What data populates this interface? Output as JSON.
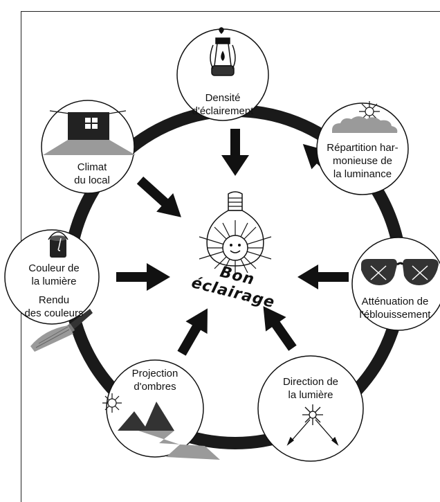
{
  "center": {
    "title": "Bon éclairage"
  },
  "factors": {
    "density": {
      "line1": "Densité",
      "line2": "d'éclairement"
    },
    "distribution": {
      "line1": "Répartition har-",
      "line2": "monieuse de",
      "line3": "la luminance"
    },
    "glare": {
      "line1": "Atténuation de",
      "line2": "l'éblouissement"
    },
    "direction": {
      "line1": "Direction de",
      "line2": "la lumière"
    },
    "shadows": {
      "line1": "Projection",
      "line2": "d'ombres"
    },
    "color": {
      "line1": "Couleur de",
      "line2": "la lumière",
      "line3": "Rendu",
      "line4": "des couleurs"
    },
    "climate": {
      "line1": "Climat",
      "line2": "du local"
    }
  },
  "colors": {
    "ring": "#1a1a1a",
    "arrow": "#111111",
    "grey_fill": "#9a9a9a",
    "dark_fill": "#333333"
  },
  "icons": [
    "lantern-icon",
    "sun-cloud-icon",
    "glasses-icon",
    "light-rays-icon",
    "mountain-shadow-icon",
    "paint-can-icon",
    "paintbrush-icon",
    "room-window-icon",
    "lightbulb-icon"
  ]
}
